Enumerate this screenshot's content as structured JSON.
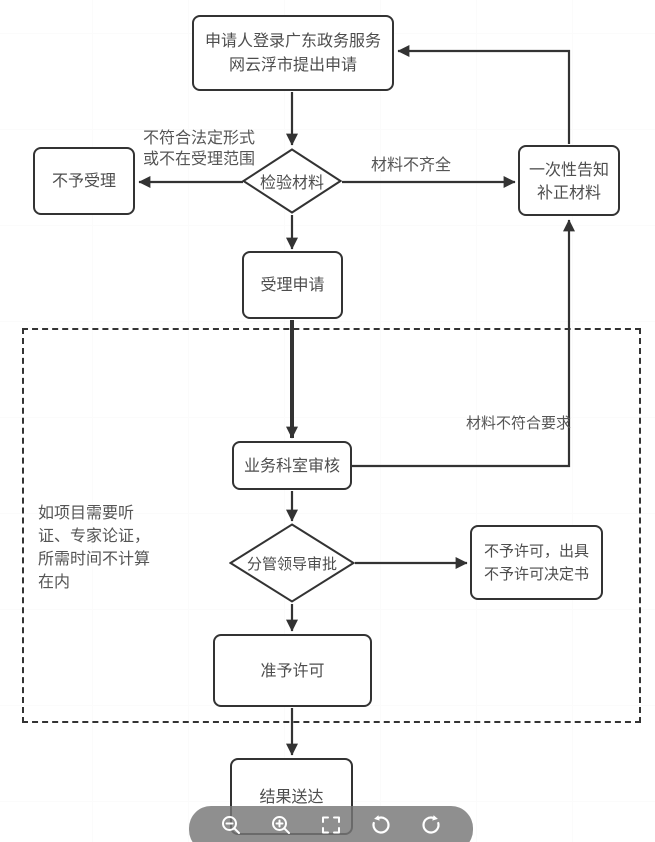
{
  "nodes": {
    "apply": {
      "label": "申请人登录广东政务服务\n网云浮市提出申请"
    },
    "check": {
      "label": "检验材料"
    },
    "reject": {
      "label": "不予受理"
    },
    "notify": {
      "label": "一次性告知\n补正材料"
    },
    "accept": {
      "label": "受理申请"
    },
    "review": {
      "label": "业务科室审核"
    },
    "approve": {
      "label": "分管领导审批"
    },
    "deny": {
      "label": "不予许可，出具\n不予许可决定书"
    },
    "grant": {
      "label": "准予许可"
    },
    "deliver": {
      "label": "结果送达"
    }
  },
  "edge_labels": {
    "invalid_form": "不符合法定形式\n或不在受理范围",
    "incomplete": "材料不齐全",
    "nonconforming": "材料不符合要求"
  },
  "note": "如项目需要听\n证、专家论证，\n所需时间不计算\n在内",
  "toolbar": {
    "icons": [
      "zoom-out",
      "zoom-in",
      "fullscreen",
      "rotate-left",
      "rotate-right"
    ]
  },
  "colors": {
    "line": "#333333",
    "node_text": "#4d4d4d",
    "label_text": "#555555",
    "toolbar_bg": "#767676",
    "icon": "#ffffff"
  }
}
